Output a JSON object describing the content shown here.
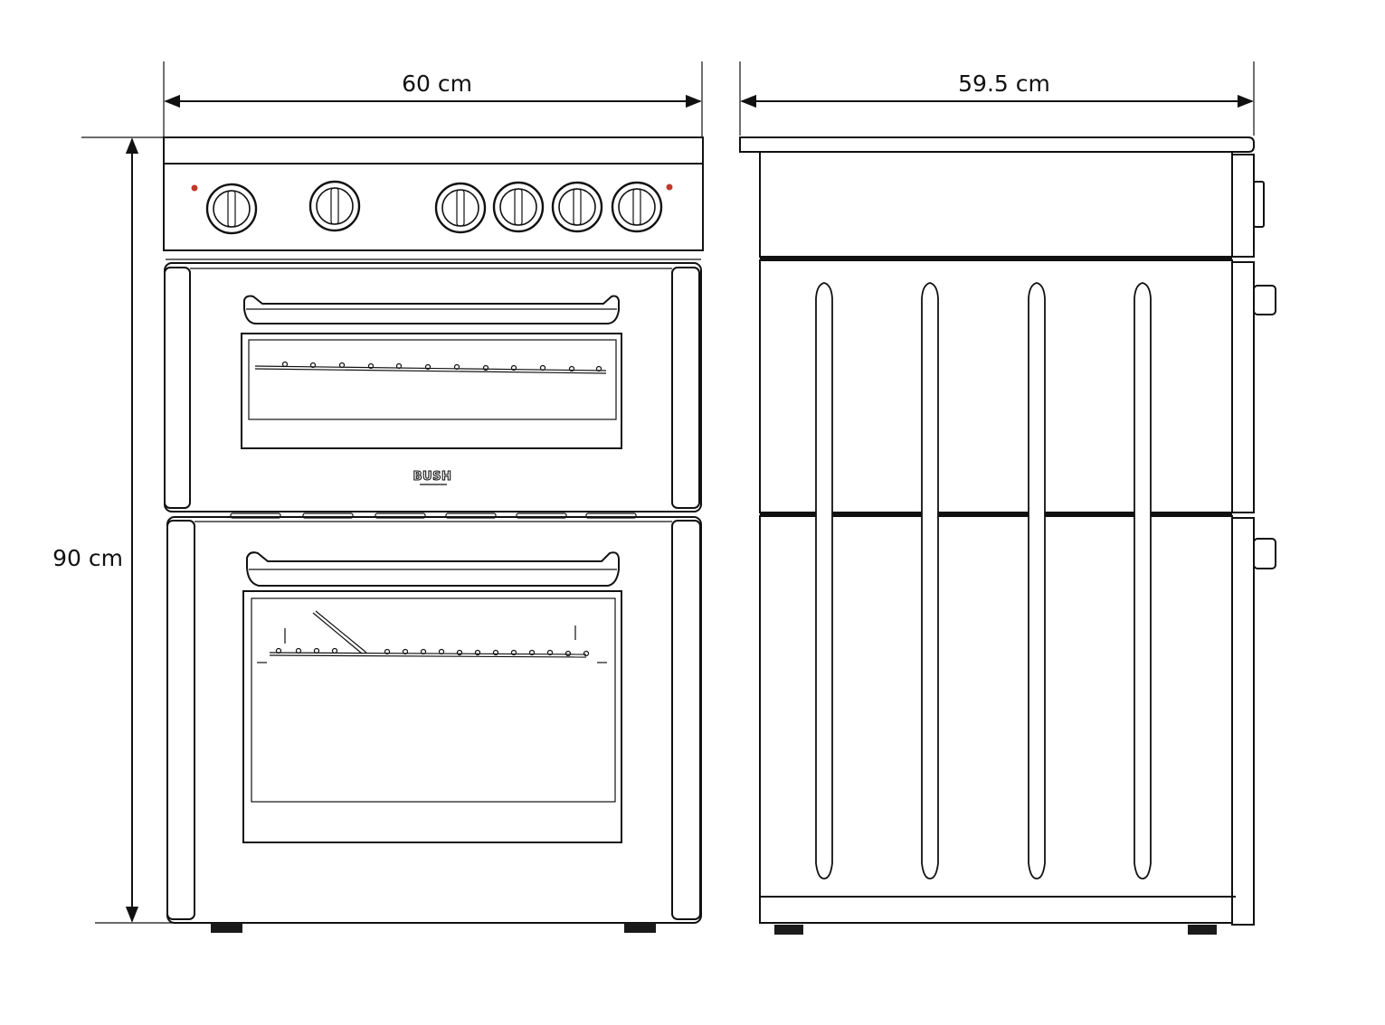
{
  "dimensions": {
    "width_front": "60 cm",
    "depth_side": "59.5 cm",
    "height": "90 cm"
  },
  "front_view": {
    "brand_logo": "BUSH",
    "knob_count": 6,
    "indicator_color": "#c0392b"
  },
  "side_view": {
    "rib_count": 4,
    "side_knob_count": 3
  },
  "line_color": "#111111"
}
